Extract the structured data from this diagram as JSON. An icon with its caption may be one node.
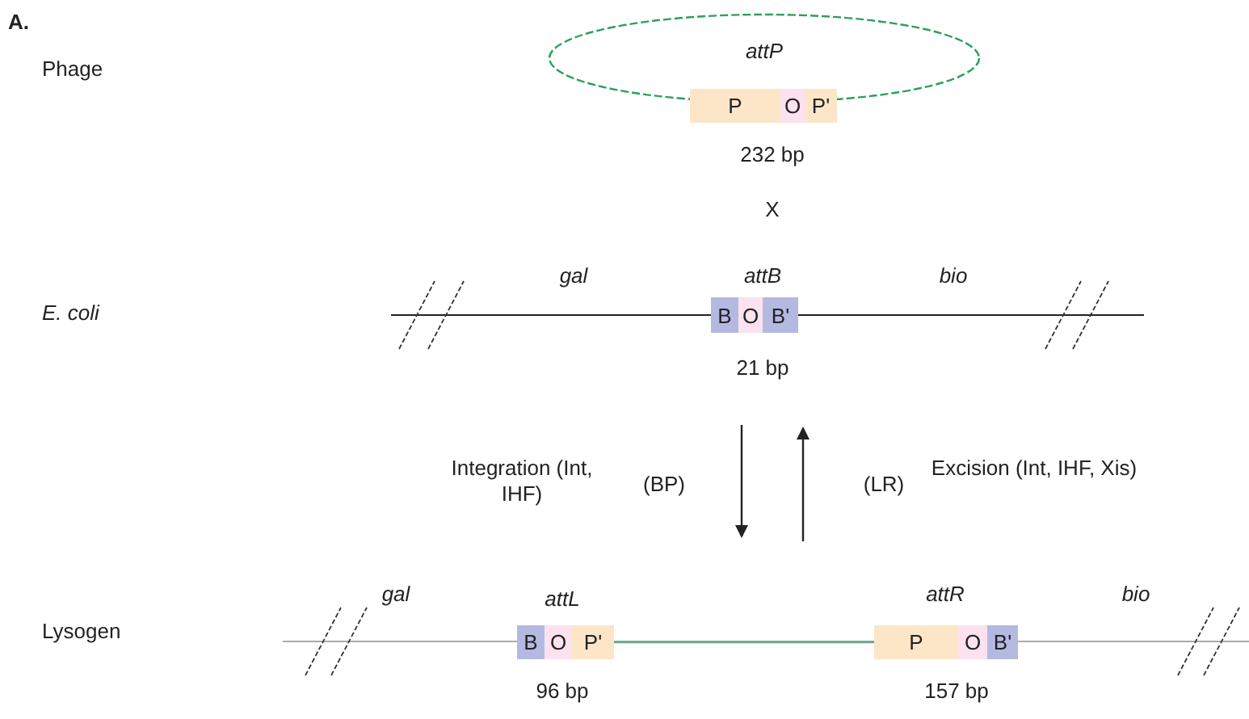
{
  "diagram": {
    "nodes": [
      {
        "text": [
          "P"
        ]
      },
      {
        "text": [
          "O"
        ]
      },
      {
        "text": [
          "P'"
        ]
      },
      {
        "text": [
          "B"
        ]
      },
      {
        "text": [
          "O"
        ]
      },
      {
        "text": [
          "B'"
        ]
      },
      {
        "text": [
          "B"
        ]
      },
      {
        "text": [
          "O"
        ]
      },
      {
        "text": [
          "P'"
        ]
      },
      {
        "text": [
          "P"
        ]
      },
      {
        "text": [
          "O"
        ]
      },
      {
        "text": [
          "B'"
        ]
      }
    ],
    "edges": [
      {
        "from": 8,
        "to": 9,
        "arrow": "none",
        "color": "#6aa88a"
      }
    ],
    "labels": [
      "A.",
      "Phage",
      "attP",
      "232 bp",
      "X",
      "E. coli",
      "gal",
      "attB",
      "bio",
      "21 bp",
      "Integration (Int, IHF)",
      "(BP)",
      "(LR)",
      "Excision (Int, IHF, Xis)",
      "Lysogen",
      "gal",
      "attL",
      "attR",
      "bio",
      "96 bp",
      "157 bp"
    ]
  }
}
